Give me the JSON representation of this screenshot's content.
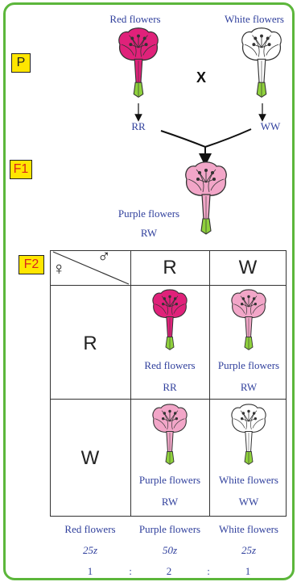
{
  "parents": {
    "generation": "P",
    "red": {
      "label": "Red flowers",
      "genotype": "RR"
    },
    "white": {
      "label": "White flowers",
      "genotype": "WW"
    },
    "cross": "X"
  },
  "f1": {
    "generation": "F1",
    "label": "Purple flowers",
    "genotype": "RW"
  },
  "f2": {
    "generation": "F2",
    "male_symbol": "♂",
    "female_symbol": "♀",
    "col_headers": [
      "R",
      "W"
    ],
    "row_headers": [
      "R",
      "W"
    ],
    "cells": [
      {
        "label": "Red flowers",
        "genotype": "RR"
      },
      {
        "label": "Purple flowers",
        "genotype": "RW"
      },
      {
        "label": "Purple flowers",
        "genotype": "RW"
      },
      {
        "label": "White flowers",
        "genotype": "WW"
      }
    ]
  },
  "summary": {
    "labels": [
      "Red flowers",
      "Purple flowers",
      "White flowers"
    ],
    "percents": [
      "25z",
      "50z",
      "25z"
    ],
    "ratio": [
      "1",
      ":",
      "2",
      ":",
      "1"
    ]
  },
  "colors": {
    "red": "#e0217a",
    "purple": "#f2a6c8",
    "white": "#ffffff",
    "stem": "#8fd13c",
    "frame": "#5cb63b"
  }
}
